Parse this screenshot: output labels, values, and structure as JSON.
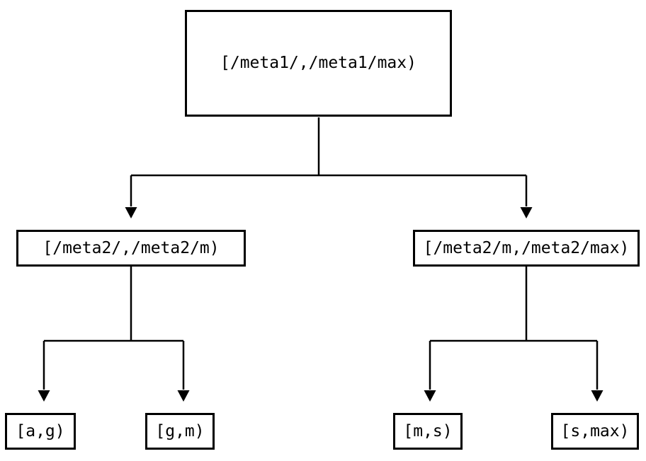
{
  "diagram": {
    "type": "tree",
    "background_color": "#ffffff",
    "line_color": "#000000",
    "text_color": "#000000",
    "nodes": {
      "root": {
        "label": "[/meta1/,/meta1/max)"
      },
      "left": {
        "label": "[/meta2/,/meta2/m)"
      },
      "right": {
        "label": "[/meta2/m,/meta2/max)"
      },
      "leaf1": {
        "label": "[a,g)"
      },
      "leaf2": {
        "label": "[g,m)"
      },
      "leaf3": {
        "label": "[m,s)"
      },
      "leaf4": {
        "label": "[s,max)"
      }
    },
    "edges": [
      {
        "from": "root",
        "to": "left",
        "arrow": "down"
      },
      {
        "from": "root",
        "to": "right",
        "arrow": "down"
      },
      {
        "from": "left",
        "to": "leaf1",
        "arrow": "down"
      },
      {
        "from": "left",
        "to": "leaf2",
        "arrow": "down"
      },
      {
        "from": "right",
        "to": "leaf3",
        "arrow": "down"
      },
      {
        "from": "right",
        "to": "leaf4",
        "arrow": "down"
      }
    ]
  }
}
